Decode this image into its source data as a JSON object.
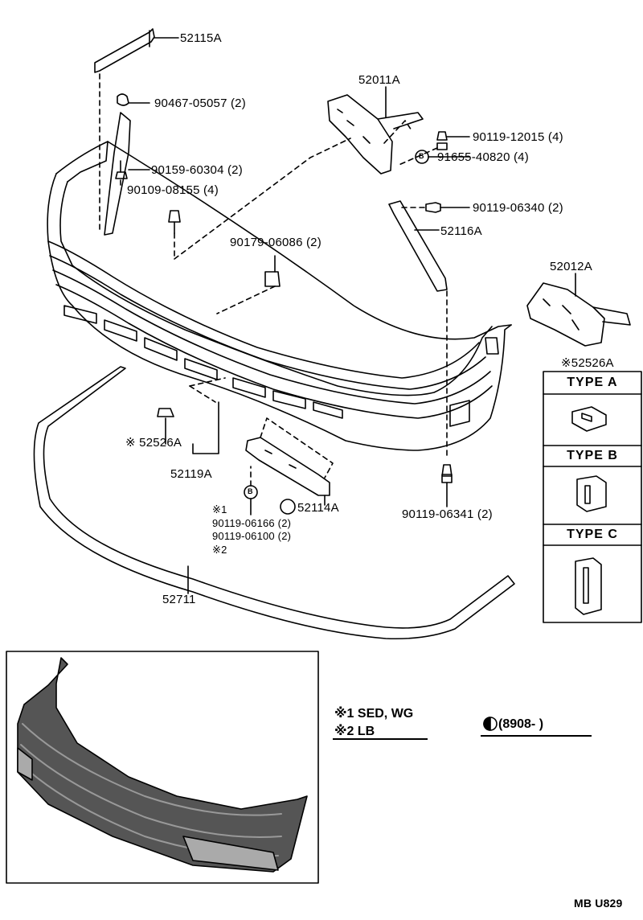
{
  "part_labels": {
    "p52115A": "52115A",
    "p90467": "90467-05057 (2)",
    "p52011A": "52011A",
    "p90119_12015": "90119-12015 (4)",
    "p91655": "91655-40820 (4)",
    "p90159": "90159-60304 (2)",
    "p90109": "90109-08155 (4)",
    "p90119_06340": "90119-06340 (2)",
    "p52116A": "52116A",
    "p90179": "90179-06086 (2)",
    "p52012A": "52012A",
    "p52526A_right": "52526A",
    "p52526A_left": "52526A",
    "p52119A": "52119A",
    "p52114A": "52114A",
    "p90119_06166": "90119-06166 (2)",
    "p90119_06100": "90119-06100 (2)",
    "p90119_06341": "90119-06341 (2)",
    "p52711": "52711"
  },
  "markers": {
    "asterisk": "※",
    "note1_mark": "※1",
    "note2_mark": "※2",
    "circle_b": "B"
  },
  "type_table": {
    "type_a": "TYPE  A",
    "type_b": "TYPE  B",
    "type_c": "TYPE  C"
  },
  "notes": {
    "note1": "※1 SED, WG",
    "note2": "※2 LB",
    "date_range": "(8908-        )"
  },
  "footer": {
    "code": "MB  U829"
  }
}
